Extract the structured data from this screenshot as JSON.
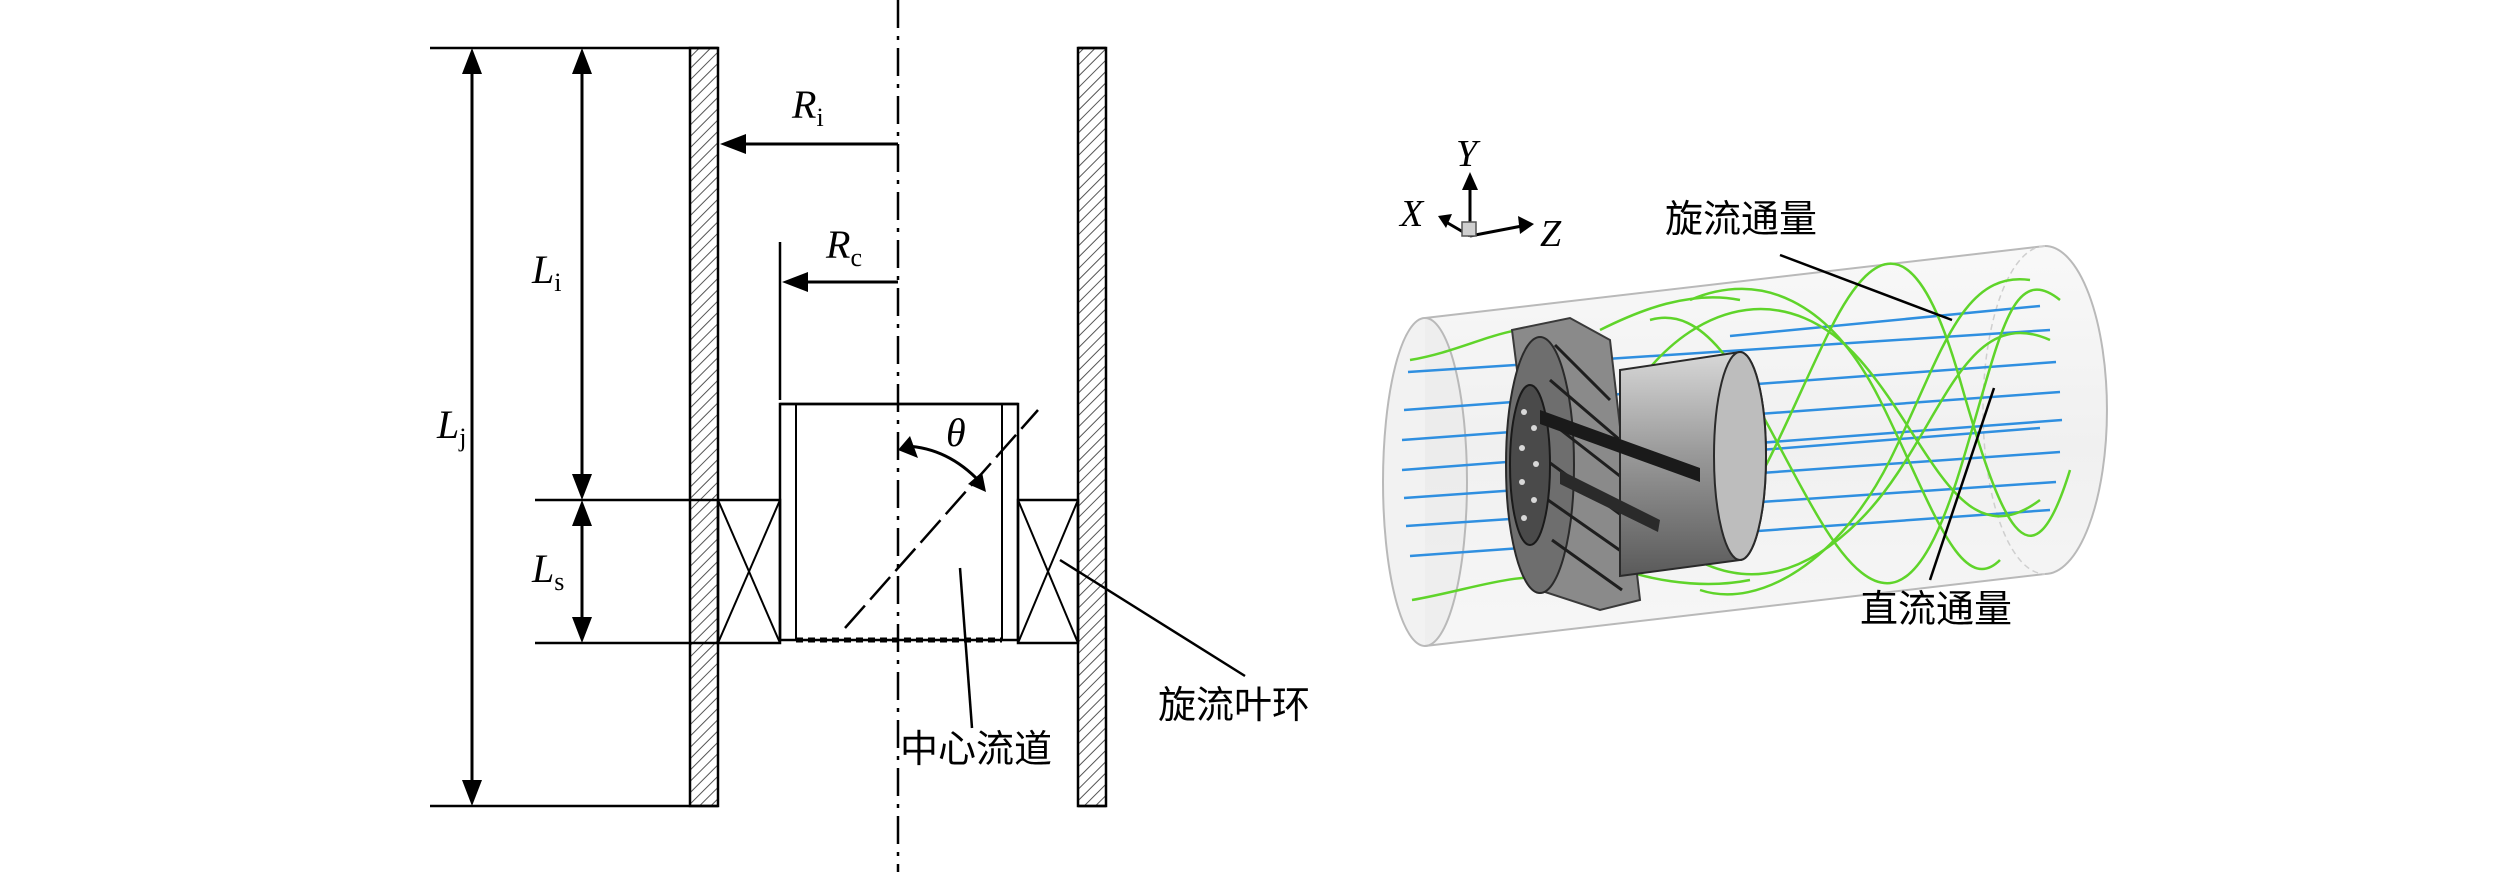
{
  "left_diagram": {
    "dimension_labels": {
      "Lj": {
        "main": "L",
        "sub": "j"
      },
      "Li": {
        "main": "L",
        "sub": "i"
      },
      "Ls": {
        "main": "L",
        "sub": "s"
      },
      "Ri": {
        "main": "R",
        "sub": "i"
      },
      "Rc": {
        "main": "R",
        "sub": "c"
      },
      "theta": "θ"
    },
    "callouts": {
      "swirl_vane_ring": "旋流叶环",
      "center_channel": "中心流道"
    }
  },
  "right_diagram": {
    "axes": {
      "x": "X",
      "y": "Y",
      "z": "Z"
    },
    "callouts": {
      "swirl_flux": "旋流通量",
      "straight_flux": "直流通量"
    },
    "colors": {
      "swirl_streamlines": "#5fd42a",
      "straight_streamlines": "#2f8fe0",
      "cylinder_outline": "#b9b9b9"
    }
  }
}
